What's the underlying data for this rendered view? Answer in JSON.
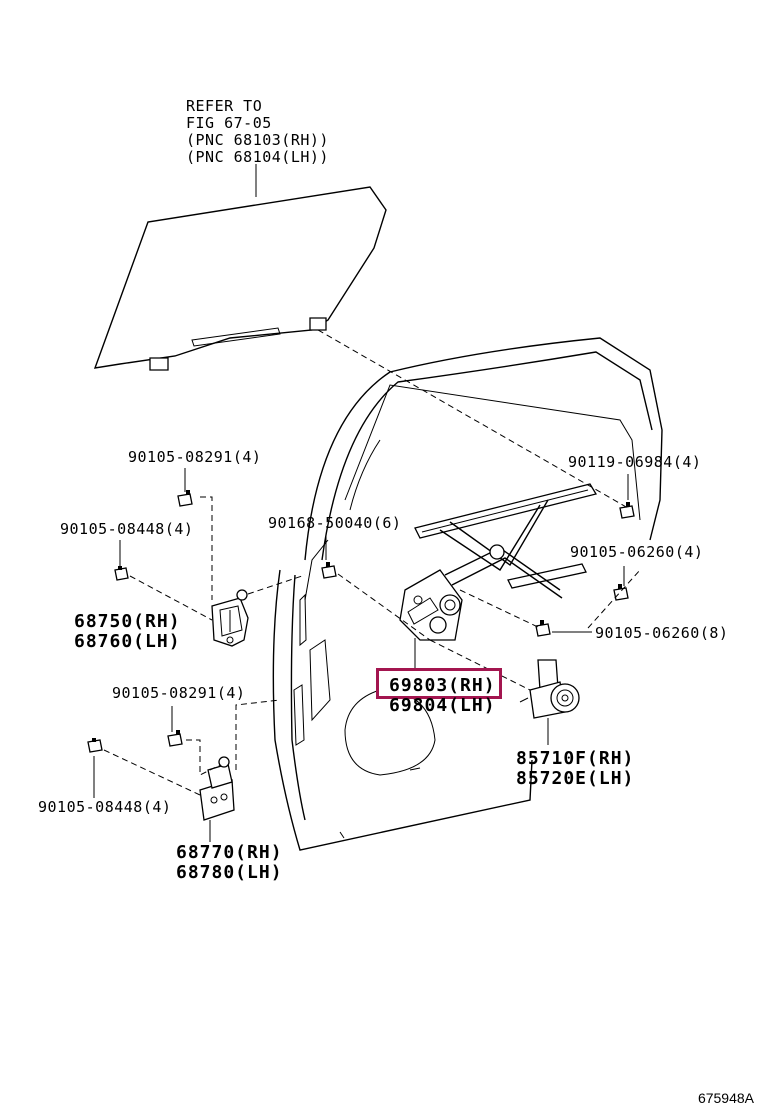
{
  "diagram": {
    "refer_note": [
      "REFER TO",
      "FIG 67-05",
      "(PNC 68103(RH))",
      "(PNC 68104(LH))"
    ],
    "parts": {
      "bolt_90105_08291_top": "90105-08291(4)",
      "bolt_90105_08448_top": "90105-08448(4)",
      "hinge_upper_rh": "68750(RH)",
      "hinge_upper_lh": "68760(LH)",
      "bolt_90105_08291_bottom": "90105-08291(4)",
      "bolt_90105_08448_bottom": "90105-08448(4)",
      "hinge_lower_rh": "68770(RH)",
      "hinge_lower_lh": "68780(LH)",
      "clip_90168_50040": "90168-50040(6)",
      "bolt_90119_06984": "90119-06984(4)",
      "bolt_90105_06260_a": "90105-06260(4)",
      "bolt_90105_06260_b": "90105-06260(8)",
      "regulator_rh": "69803(RH)",
      "regulator_lh": "69804(LH)",
      "motor_rh": "85710F(RH)",
      "motor_lh": "85720E(LH)"
    },
    "highlight_color": "#a3154f",
    "illustration_code": "675948A"
  }
}
